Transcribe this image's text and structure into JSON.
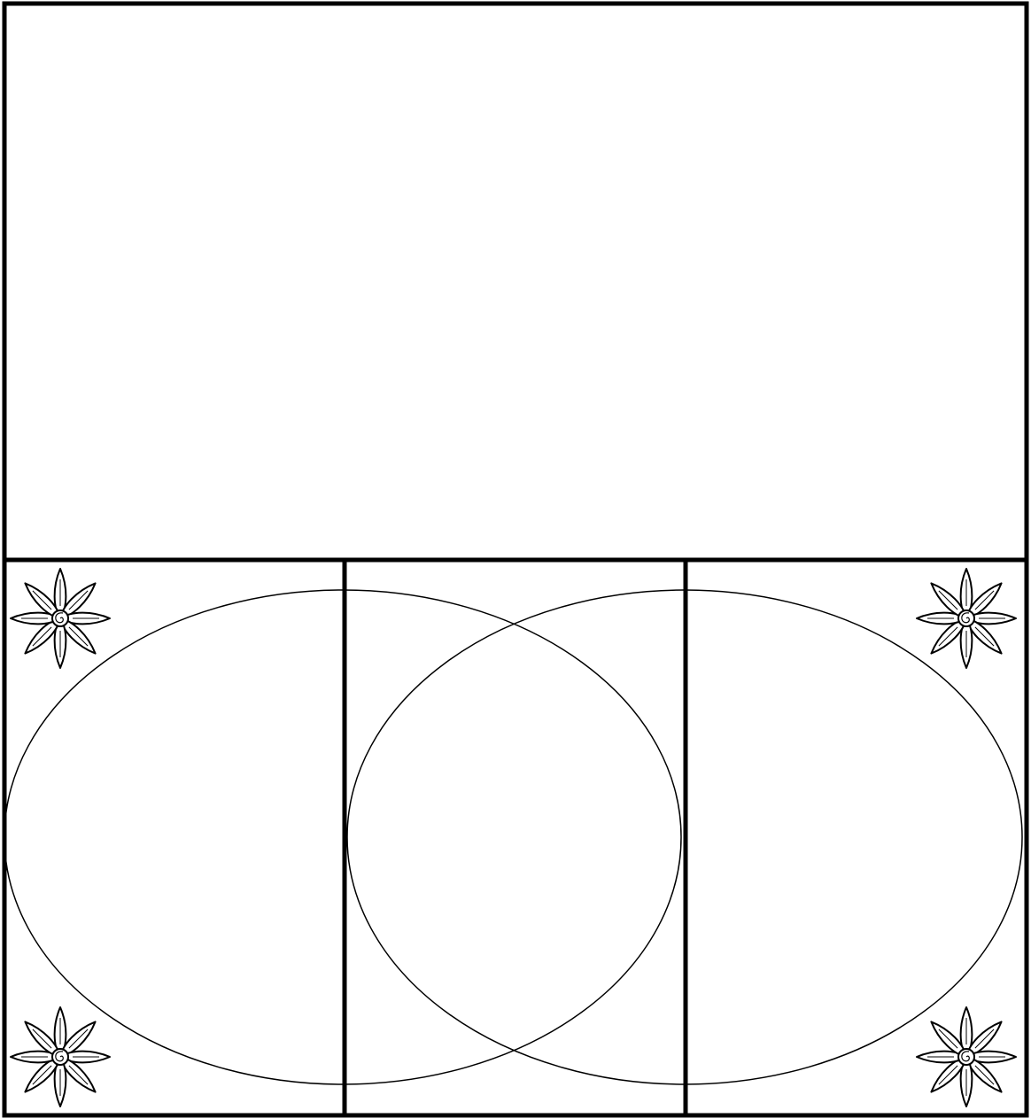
{
  "worksheet": {
    "title": "",
    "top_box_text": "",
    "left_section_text": "",
    "middle_section_text": "",
    "right_section_text": ""
  },
  "style": {
    "stroke_color": "#000000",
    "background_color": "#ffffff"
  },
  "decorations": {
    "corner_icon": "flower-icon",
    "corners": [
      "top-left",
      "top-right",
      "bottom-left",
      "bottom-right"
    ]
  }
}
